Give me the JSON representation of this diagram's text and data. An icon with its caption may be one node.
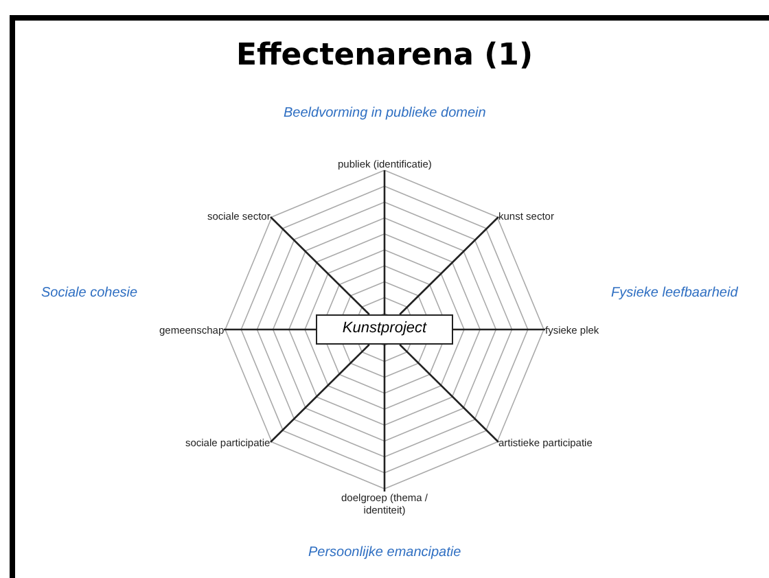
{
  "diagram": {
    "title": "Effectenarena (1)",
    "nodes": [
      {
        "text": [
          "publiek (identificatie)"
        ]
      },
      {
        "text": [
          "sociale sector"
        ]
      },
      {
        "text": [
          "kunst sector"
        ]
      },
      {
        "text": [
          "gemeenschap"
        ]
      },
      {
        "text": [
          "Kunstproject"
        ]
      },
      {
        "text": [
          "fysieke plek"
        ]
      },
      {
        "text": [
          "sociale participatie"
        ]
      },
      {
        "text": [
          "artistieke participatie"
        ]
      },
      {
        "text": [
          "doelgroep (thema / identiteit)"
        ]
      }
    ],
    "edges": [
      {
        "from": 4,
        "to": 0,
        "arrow": "none"
      },
      {
        "from": 4,
        "to": 2,
        "arrow": "none"
      },
      {
        "from": 4,
        "to": 5,
        "arrow": "none"
      },
      {
        "from": 4,
        "to": 7,
        "arrow": "none"
      },
      {
        "from": 4,
        "to": 8,
        "arrow": "none"
      },
      {
        "from": 4,
        "to": 6,
        "arrow": "none"
      },
      {
        "from": 4,
        "to": 3,
        "arrow": "none"
      },
      {
        "from": 4,
        "to": 1,
        "arrow": "none"
      }
    ],
    "labels": [
      "Beeldvorming in publieke domein",
      "Sociale cohesie",
      "Fysieke leefbaarheid",
      "Persoonlijke emancipatie"
    ]
  }
}
